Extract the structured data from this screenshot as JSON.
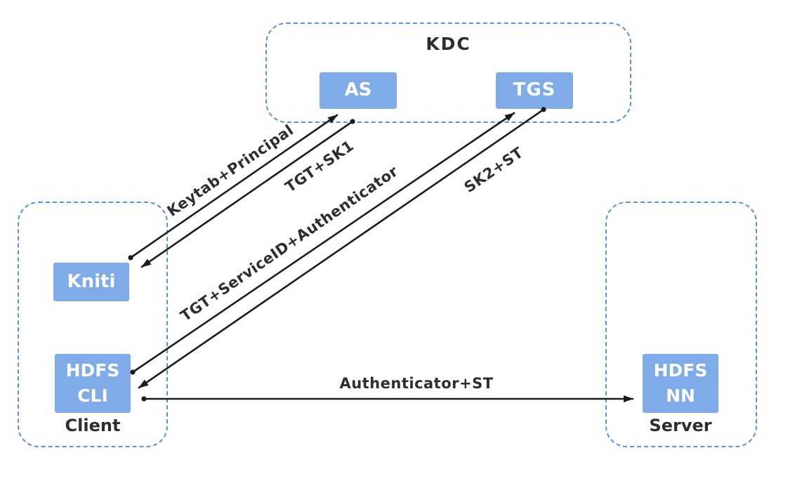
{
  "colors": {
    "node_fill": "#7fabe9",
    "node_text": "#ffffff",
    "container_border": "#5591ea",
    "arrow_color": "#1c1c1c",
    "label_text": "#2e2e2e",
    "bg": "#ffffff"
  },
  "containers": {
    "kdc": {
      "label": "KDC"
    },
    "client": {
      "label": "Client"
    },
    "server": {
      "label": "Server"
    }
  },
  "nodes": {
    "as": {
      "label": "AS"
    },
    "tgs": {
      "label": "TGS"
    },
    "kniti": {
      "label": "Kniti"
    },
    "hdfs_cli": {
      "line1": "HDFS",
      "line2": "CLI"
    },
    "hdfs_nn": {
      "line1": "HDFS",
      "line2": "NN"
    }
  },
  "arrows": [
    {
      "label": "Keytab+Principal",
      "from": "Kniti",
      "to": "AS"
    },
    {
      "label": "TGT+SK1",
      "from": "AS",
      "to": "Kniti"
    },
    {
      "label": "TGT+ServiceID+Authenticator",
      "from": "HDFS CLI",
      "to": "TGS"
    },
    {
      "label": "SK2+ST",
      "from": "TGS",
      "to": "HDFS CLI"
    },
    {
      "label": "Authenticator+ST",
      "from": "HDFS CLI",
      "to": "HDFS NN"
    }
  ]
}
